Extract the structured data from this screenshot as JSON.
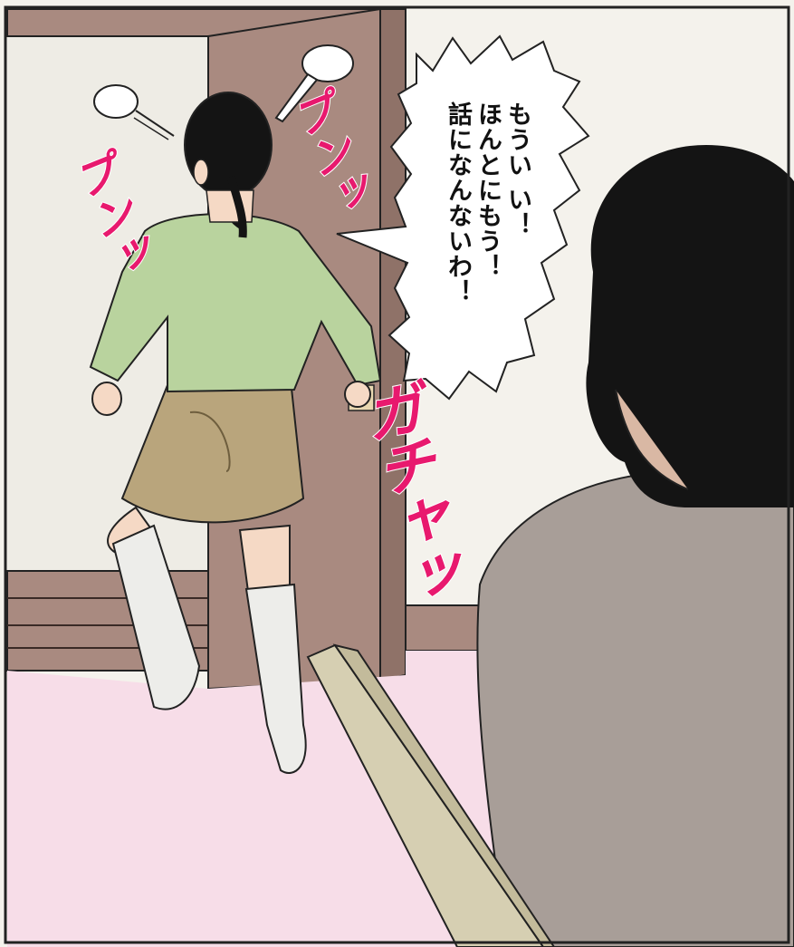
{
  "dialogue": {
    "lines": [
      "もうい い！",
      "ほんとにもう！",
      "話になんないわ！"
    ]
  },
  "sound_effects": {
    "left_huff": "プンッ",
    "right_huff": "プンッ",
    "door_slam": "ガチャッ"
  },
  "colors": {
    "sfx": "#e8196e",
    "sweater": "#b9d39e",
    "skirt": "#b9a57c",
    "door": "#a98a80",
    "floor": "#f7dde8",
    "wall": "#f4f2ec",
    "shirt": "#a89e98",
    "hair": "#141414"
  },
  "icons": [
    "huff-cloud-icon",
    "huff-cloud-icon"
  ]
}
